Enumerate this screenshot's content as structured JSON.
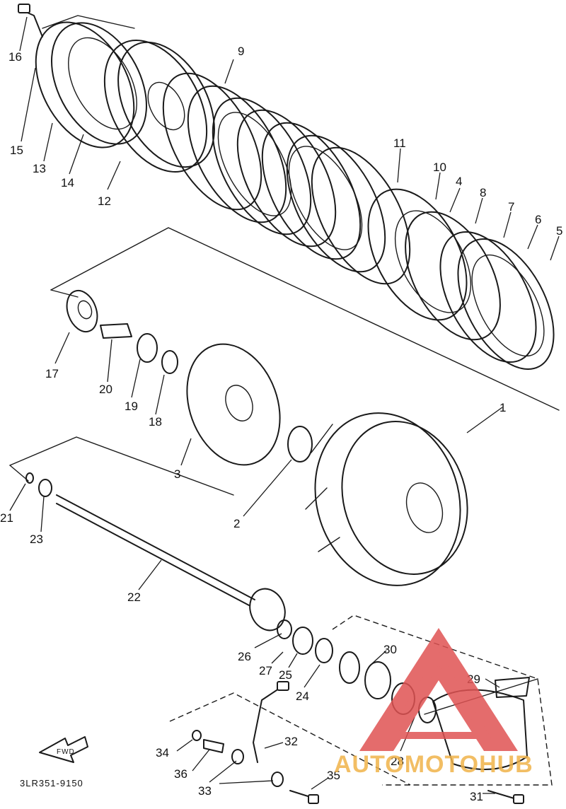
{
  "diagram": {
    "code": "3LR351-9150",
    "fwd_label": "FWD",
    "watermark_text": "AUTOMOTOHUB",
    "watermark_color": "#e05353",
    "callouts": [
      "1",
      "2",
      "3",
      "4",
      "5",
      "6",
      "7",
      "8",
      "9",
      "10",
      "11",
      "12",
      "13",
      "14",
      "15",
      "16",
      "17",
      "18",
      "19",
      "20",
      "21",
      "22",
      "23",
      "24",
      "25",
      "26",
      "27",
      "28",
      "29",
      "30",
      "31",
      "32",
      "33",
      "34",
      "35",
      "36"
    ]
  }
}
